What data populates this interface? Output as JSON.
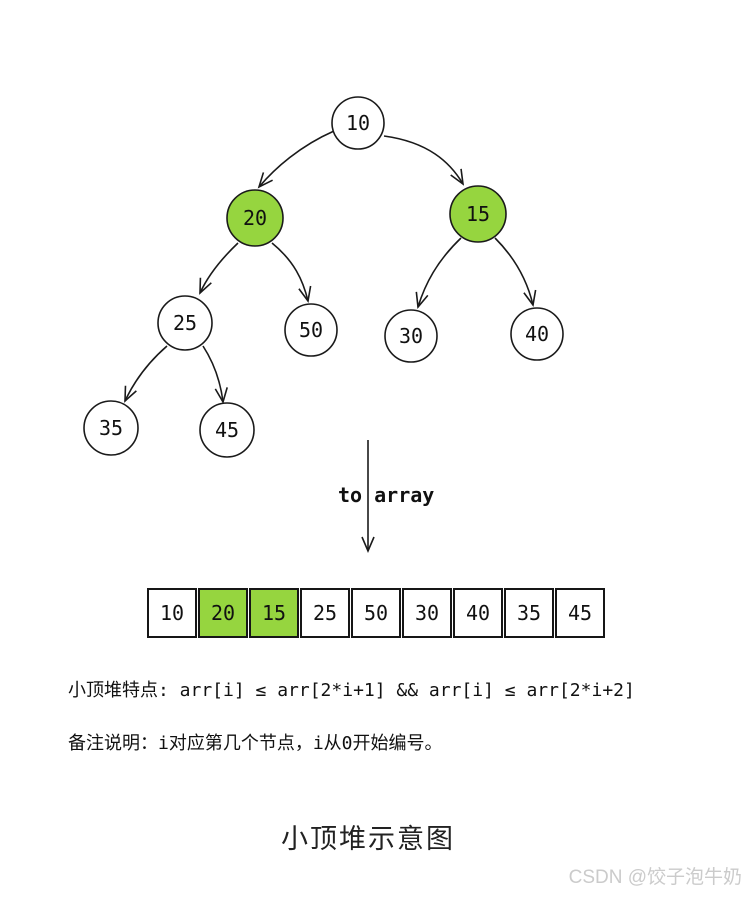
{
  "colors": {
    "highlight": "#96d53f",
    "stroke": "#1a1a1a",
    "node_fill_default": "#ffffff"
  },
  "tree": {
    "nodes": [
      {
        "value": "10",
        "fill": "#ffffff"
      },
      {
        "value": "20",
        "fill": "#96d53f"
      },
      {
        "value": "15",
        "fill": "#96d53f"
      },
      {
        "value": "25",
        "fill": "#ffffff"
      },
      {
        "value": "50",
        "fill": "#ffffff"
      },
      {
        "value": "30",
        "fill": "#ffffff"
      },
      {
        "value": "40",
        "fill": "#ffffff"
      },
      {
        "value": "35",
        "fill": "#ffffff"
      },
      {
        "value": "45",
        "fill": "#ffffff"
      }
    ]
  },
  "to_array": {
    "label": "to array"
  },
  "array": {
    "cells": [
      "10",
      "20",
      "15",
      "25",
      "50",
      "30",
      "40",
      "35",
      "45"
    ],
    "highlight_indices": [
      1,
      2
    ]
  },
  "notes": {
    "property_line": "小顶堆特点: arr[i] ≤ arr[2*i+1] && arr[i] ≤ arr[2*i+2]",
    "remark_line": "备注说明：i对应第几个节点，i从0开始编号。"
  },
  "title": "小顶堆示意图",
  "watermark": "CSDN @饺子泡牛奶"
}
